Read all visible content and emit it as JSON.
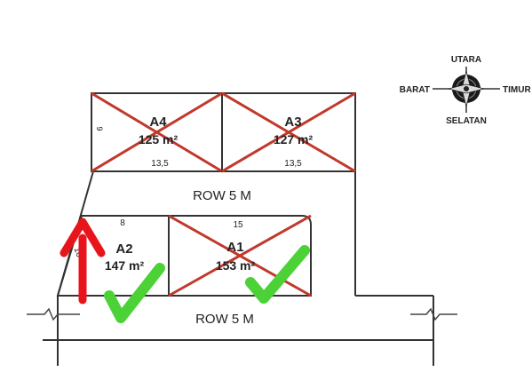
{
  "plots": {
    "a4": {
      "name": "A4",
      "area": "125 m²",
      "width": "13,5",
      "side": "9"
    },
    "a3": {
      "name": "A3",
      "area": "127 m²",
      "width": "13,5"
    },
    "a2": {
      "name": "A2",
      "area": "147 m²",
      "width": "8",
      "side": "16"
    },
    "a1": {
      "name": "A1",
      "area": "153 m²",
      "width": "15"
    }
  },
  "roads": {
    "upper": "ROW 5 M",
    "lower": "ROW 5 M"
  },
  "compass": {
    "north": "UTARA",
    "west": "BARAT",
    "east": "TIMUR",
    "south": "SELATAN"
  },
  "colors": {
    "cross": "#c0392b",
    "arrow": "#e8141c",
    "check": "#4cd137",
    "line": "#333333"
  },
  "icons": [
    "compass-rose-icon",
    "up-arrow-icon",
    "check-mark-icon"
  ]
}
